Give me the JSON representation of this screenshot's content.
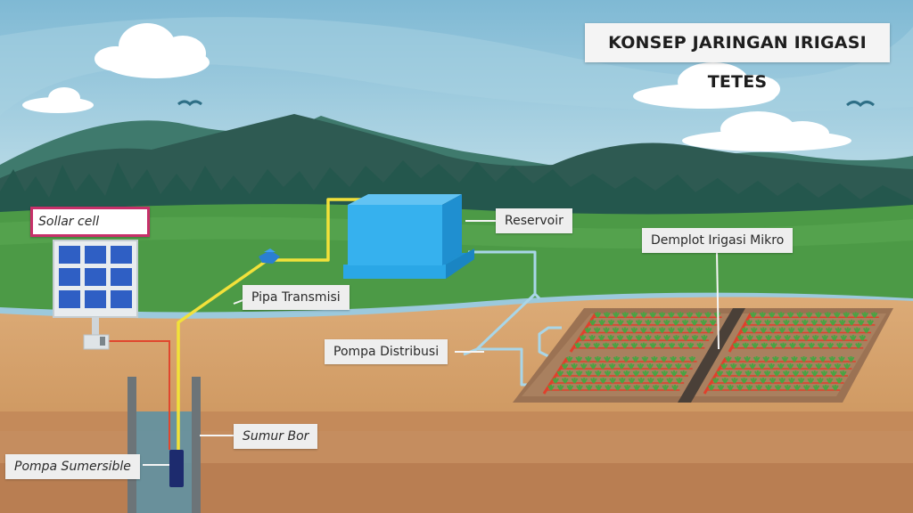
{
  "title": "KONSEP JARINGAN IRIGASI TETES",
  "labels": {
    "solar_cell": "Sollar cell",
    "reservoir": "Reservoir",
    "pipa_transmisi": "Pipa Transmisi",
    "demplot": "Demplot Irigasi Mikro",
    "pompa_distribusi": "Pompa Distribusi",
    "sumur_bor": "Sumur Bor",
    "pompa_submersible": "Pompa Sumersible"
  },
  "icons": [
    "cloud-icon",
    "bird-icon",
    "solar-panel-icon",
    "water-tank-icon",
    "pump-icon",
    "well-icon",
    "plant-icon"
  ],
  "colors": {
    "sky": "#9cc9dc",
    "mountain": "#2e5a52",
    "grass": "#4c9a46",
    "soil": "#d9a56f",
    "reservoir": "#2aa7e6",
    "transmission_pipe": "#f2e13a",
    "distribution_pipe": "#a9d6e8",
    "power_cable": "#e0472e",
    "drip_line": "#e0402c",
    "highlight_border": "#c7306a"
  }
}
